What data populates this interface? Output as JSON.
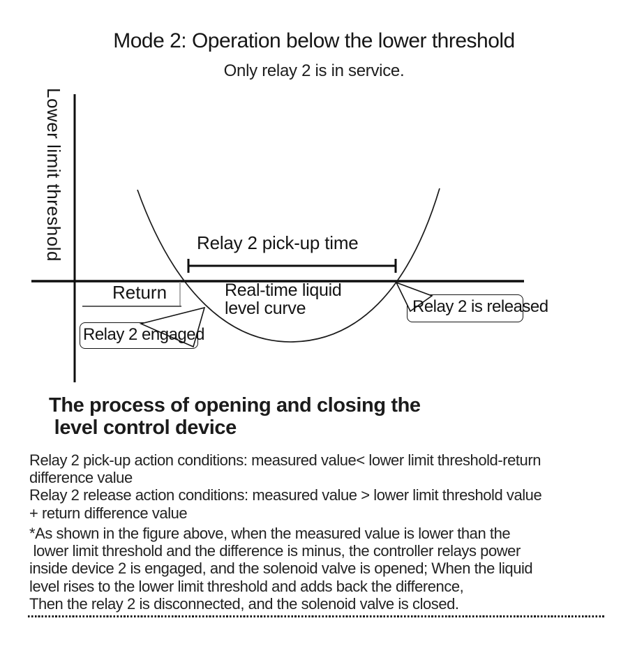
{
  "page": {
    "title": "Mode 2: Operation below the lower threshold",
    "subtitle": "Only relay 2 is in service."
  },
  "diagram": {
    "y_axis_label": "Lower limit threshold",
    "pickup_bracket_label": "Relay 2 pick-up time",
    "return_label": "Return",
    "curve_label": {
      "line1": "Real-time liquid",
      "line2": "level curve"
    },
    "callouts": {
      "engaged": "Relay 2 engaged",
      "released": "Relay 2 is released"
    }
  },
  "heading": {
    "line1": "The process of opening and closing the",
    "line2": " level control device"
  },
  "conditions": {
    "lines": [
      "Relay 2 pick-up action conditions: measured value< lower limit threshold-return",
      "difference value",
      "Relay 2 release action conditions: measured value > lower limit threshold value",
      "+ return difference value"
    ]
  },
  "note": {
    "lines": [
      "*As shown in the figure above, when the measured value is lower than the",
      " lower limit threshold and the difference is minus, the controller relays power",
      "inside device 2 is engaged, and the solenoid valve is opened; When the liquid",
      "level rises to the lower limit threshold and adds back the difference,",
      "Then the relay 2 is disconnected, and the solenoid valve is closed."
    ]
  },
  "colors": {
    "ink": "#1a1a1a",
    "line": "#000000",
    "leader_gray": "#999999",
    "background": "#ffffff"
  }
}
